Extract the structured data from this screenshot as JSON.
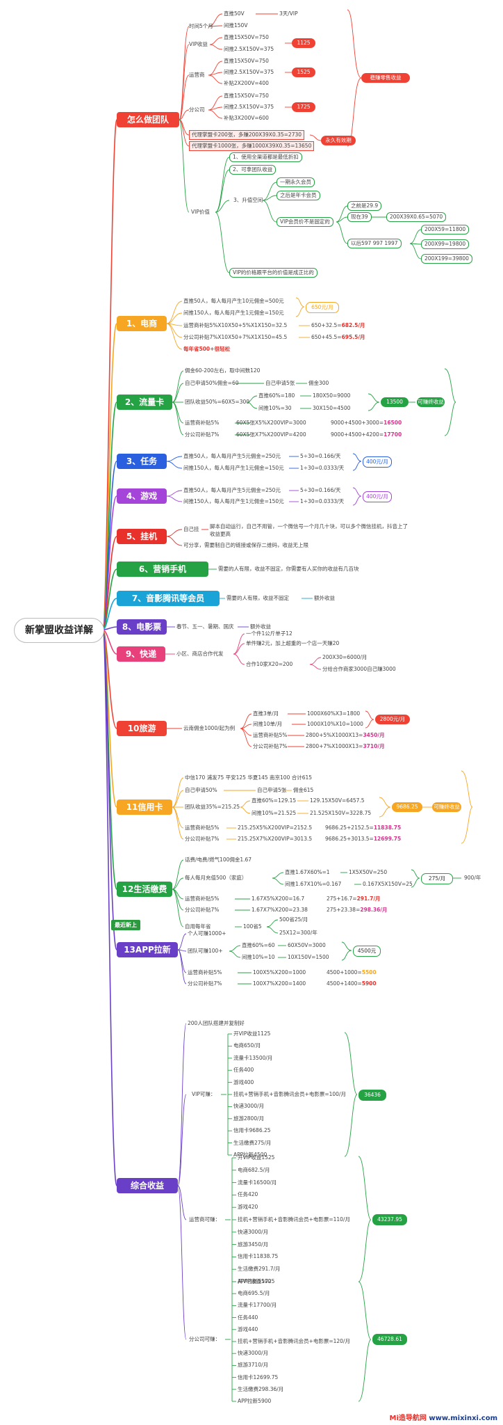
{
  "root": "新掌盟收益详解",
  "watermark": {
    "a": "Mi造导航网",
    "b": " www.mixinxi.com"
  },
  "colors": {
    "red": "#ef4134",
    "green": "#25a244",
    "orange": "#f6a623",
    "blue": "#2a5fe0",
    "purple": "#6a3fc8"
  },
  "team": {
    "title": "怎么做团队",
    "g1": "时间5个月",
    "g1a": "直推50V",
    "g1b": "间推150V",
    "g1r": "3天/VIP",
    "g2": "VIP收益",
    "g2a": "直推15X50V=750",
    "g2b": "间推2.5X150V=375",
    "g2v": "1125",
    "g3": "运营商",
    "g3a": "直推15X50V=750",
    "g3b": "间推2.5X150V=375",
    "g3c": "补贴2X200V=400",
    "g3v": "1525",
    "g4": "分公司",
    "g4a": "直推15X50V=750",
    "g4b": "间推2.5X150V=375",
    "g4c": "补贴3X200V=600",
    "g4v": "1725",
    "card1": "代理掌盟卡200张，多赚200X39X0.35=2730",
    "card2": "代理掌盟卡1000张，多赚1000X39X0.35=13650",
    "total": "稳赚零售收益",
    "perm": "永久有效期",
    "vip": "VIP价值",
    "v1": "1、使用全渠道都是最低折扣",
    "v2": "2、可拿团队收益",
    "v3": "3、升值空间",
    "v3a": "一期永久会员",
    "v3b": "之后是年卡会员",
    "v3c": "VIP会员价不是固定的",
    "p1": "之前是29.9",
    "p2": "现在39",
    "p2r": "200X39X0.65=5070",
    "p3": "以后597 997 1997",
    "p3a": "200X59=11800",
    "p3b": "200X99=19800",
    "p3c": "200X199=39800",
    "v4": "VIP的价格跟平台的价值是成正比的"
  },
  "ecom": {
    "title": "1、电商",
    "a": "直推50人，每人每月产生10元佣金=500元",
    "b": "间推150人，每人每月产生1元佣金=150元",
    "v": "650元/月",
    "c": "运营商补贴5%X10X50+5%X1X150=32.5",
    "cr1": "650+32.5=",
    "cr2": "682.5/月",
    "d": "分公司补贴7%X10X50+7%X1X150=45.5",
    "dr1": "650+45.5=",
    "dr2": "695.5/月",
    "e": "每年省500+很轻松"
  },
  "flow": {
    "title": "2、流量卡",
    "a": "佣金60-200左右，取中间数120",
    "b": "自己申请50%佣金=60",
    "br1": "自己申请5张",
    "br2": "佣金300",
    "c": "团队收益50%=60X5=300",
    "c1": "直推60%=180",
    "c1r": "180X50=9000",
    "c2": "间推10%=30",
    "c2r": "30X150=4500",
    "v": "13500",
    "vr": "可赚终收益",
    "d": "运营商补贴5%",
    "dr": "60X5张X5%X200VIP=3000",
    "dr2": "9000+4500+3000=",
    "dr3": "16500",
    "e": "分公司补贴7%",
    "er": "60X5张X7%X200VIP=4200",
    "er2": "9000+4500+4200=",
    "er3": "17700"
  },
  "task": {
    "title": "3、任务",
    "a": "直推50人，每人每月产生5元佣金=250元",
    "ar": "5÷30=0.166/天",
    "b": "间推150人，每人每月产生1元佣金=150元",
    "br": "1÷30=0.0333/天",
    "v": "400元/月"
  },
  "game": {
    "title": "4、游戏",
    "a": "直推50人，每人每月产生5元佣金=250元",
    "ar": "5÷30=0.166/天",
    "b": "间推150人，每人每月产生1元佣金=150元",
    "br": "1÷30=0.0333/天",
    "v": "400元/月"
  },
  "hang": {
    "title": "5、挂机",
    "a": "自己挂",
    "a1": "脚本自动运行，自己不用管，一个微信号一个月几十块，可以多个微信挂机，抖音上了",
    "a2": "收益更高",
    "b": "可分享，需要制自己的链接或保存二维码，收益无上限"
  },
  "phone": {
    "title": "6、营销手机",
    "a": "需要的人有限，收益不固定，你需要有人买你的收益有几百块"
  },
  "video": {
    "title": "7、音影腾讯等会员",
    "a": "需要的人有限，收益不固定",
    "b": "额外收益"
  },
  "movie": {
    "title": "8、电影票",
    "a": "春节、五一、暑期、国庆",
    "b": "额外收益"
  },
  "express": {
    "title": "9、快递",
    "a": "小区、商店合作代发",
    "b1": "一个件1公斤单子12",
    "b2": "单件赚2元，加上超重的一个店一天赚20",
    "b3": "合作10家X20=200",
    "b3a": "200X30=6000/月",
    "b3b": "分给合作商家3000自己赚3000"
  },
  "travel": {
    "title": "10旅游",
    "a": "云南佣金1000/起为例",
    "b1": "直推3单/月",
    "b1r": "1000X60%X3=1800",
    "b2": "间推10单/月",
    "b2r": "1000X10%X10=1000",
    "b3": "运营商补贴5%",
    "b3r1": "2800+5%X1000X13=",
    "b3r2": "3450/月",
    "b4": "分公司补贴7%",
    "b4r1": "2800+7%X1000X13=",
    "b4r2": "3710/月",
    "v": "2800元/月"
  },
  "credit": {
    "title": "11信用卡",
    "a": "中信170  浦发75 平安125 华夏145 南京100  合计615",
    "b": "自己申请50%",
    "br1": "自己申请5张",
    "br2": "佣金615",
    "c": "团队收益35%=215.25",
    "c1": "直推60%=129.15",
    "c1r": "129.15X50V=6457.5",
    "c2": "间推10%=21.525",
    "c2r": "21.525X150V=3228.75",
    "v": "9686.25",
    "vr": "可赚终收益",
    "d": "运营商补贴5%",
    "dr": "215.25X5%X200VIP=2152.5",
    "dr2": "9686.25+2152.5=",
    "dr3": "11838.75",
    "e": "分公司补贴7%",
    "er": "215.25X7%X200VIP=3013.5",
    "er2": "9686.25+3013.5=",
    "er3": "12699.75"
  },
  "life": {
    "title": "12生活缴费",
    "a": "话费/电费/燃气100佣金1.67",
    "b": "每人每月充值500（家庭）",
    "b1": "直推1.67X60%=1",
    "b1r": "1X5X50V=250",
    "b2": "间推1.67X10%=0.167",
    "b2r": "0.167X5X150V=25",
    "v": "275/月",
    "vr": "900/年",
    "c": "运营商补贴5%",
    "cr": "1.67X5%X200=16.7",
    "cr2": "275+16.7=",
    "cr3": "291.7/月",
    "d": "分公司补贴7%",
    "dr": "1.67X7%X200=23.38",
    "dr2": "275+23.38=",
    "dr3": "298.36/月",
    "e": "自用每年省",
    "e1": "100省5",
    "e2a": "500省25/月",
    "e2b": "25X12=300/年"
  },
  "app": {
    "badge": "最近新上",
    "title": "13APP拉新",
    "a": "个人可赚1000+",
    "b": "团队可赚100+",
    "b1": "直推60%=60",
    "b1r": "60X50V=3000",
    "b2": "间推10%=10",
    "b2r": "10X150V=1500",
    "v": "4500元",
    "c": "运营商补贴5%",
    "cr": "100X5%X200=1000",
    "cr2": "4500+1000=",
    "cr3": "5500",
    "d": "分公司补贴7%",
    "dr": "100X7%X200=1400",
    "dr2": "4500+1400=",
    "dr3": "5900"
  },
  "total": {
    "title": "综合收益",
    "intro": "200人团队搭建并复制好",
    "vip_label": "VIP可赚：",
    "vip_items": [
      "开VIP收益1125",
      "电商650/月",
      "流量卡13500/月",
      "任务400",
      "游戏400",
      "挂机+营销手机+音影腾讯会员+电影票=100/月",
      "快递3000/月",
      "旅游2800/月",
      "信用卡9686.25",
      "生活缴费275/月",
      "APP拉新4500"
    ],
    "vip_sum": "36436",
    "ops_label": "运营商可赚：",
    "ops_items": [
      "开VIP收益1525",
      "电商682.5/月",
      "流量卡16500/月",
      "任务420",
      "游戏420",
      "挂机+营销手机+音影腾讯会员+电影票=110/月",
      "快递3000/月",
      "旅游3450/月",
      "信用卡11838.75",
      "生活缴费291.7/月",
      "APP拉新5500"
    ],
    "ops_sum": "43237.95",
    "br_label": "分公司可赚：",
    "br_items": [
      "开VIP收益1725",
      "电商695.5/月",
      "流量卡17700/月",
      "任务440",
      "游戏440",
      "挂机+营销手机+音影腾讯会员+电影票=120/月",
      "快递3000/月",
      "旅游3710/月",
      "信用卡12699.75",
      "生活缴费298.36/月",
      "APP拉新5900"
    ],
    "br_sum": "46728.61"
  }
}
